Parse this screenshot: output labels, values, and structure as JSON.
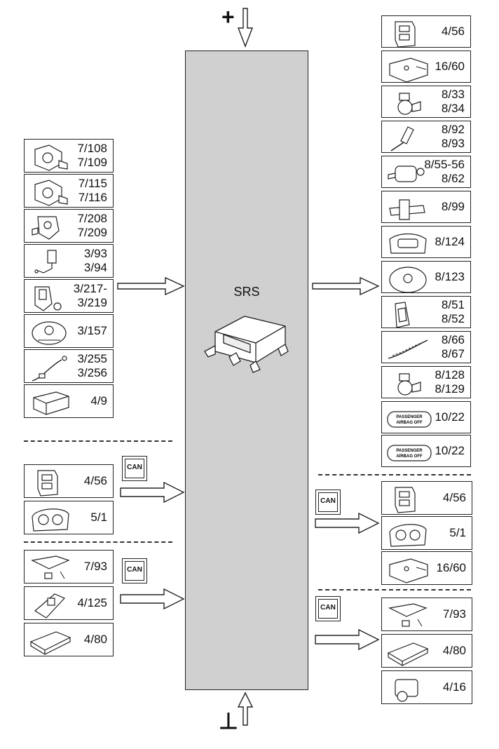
{
  "center": {
    "title": "SRS"
  },
  "left_main": [
    {
      "label": "7/108\n7/109",
      "icon": "sensor-icon"
    },
    {
      "label": "7/115\n7/116",
      "icon": "sensor-icon"
    },
    {
      "label": "7/208\n7/209",
      "icon": "pressure-sensor-icon"
    },
    {
      "label": "3/93\n3/94",
      "icon": "buckle-switch-icon"
    },
    {
      "label": "3/217-\n3/219",
      "icon": "buckle-icon"
    },
    {
      "label": "3/157",
      "icon": "switch-icon"
    },
    {
      "label": "3/255\n3/256",
      "icon": "cable-sensor-icon"
    },
    {
      "label": "4/9",
      "icon": "control-module-icon"
    }
  ],
  "left_can1": [
    {
      "label": "4/56",
      "icon": "module-icon"
    },
    {
      "label": "5/1",
      "icon": "instrument-cluster-icon"
    }
  ],
  "left_can2": [
    {
      "label": "7/93",
      "icon": "sensor-kit-icon"
    },
    {
      "label": "4/125",
      "icon": "key-reader-icon"
    },
    {
      "label": "4/80",
      "icon": "ecu-icon"
    }
  ],
  "right_main": [
    {
      "label": "4/56",
      "icon": "module-icon"
    },
    {
      "label": "16/60",
      "icon": "gateway-icon"
    },
    {
      "label": "8/33\n8/34",
      "icon": "pretensioner-icon"
    },
    {
      "label": "8/92\n8/93",
      "icon": "belt-tensioner-icon"
    },
    {
      "label": "8/55-56\n8/62",
      "icon": "inflator-icon"
    },
    {
      "label": "8/99",
      "icon": "knee-airbag-icon"
    },
    {
      "label": "8/124",
      "icon": "passenger-airbag-icon"
    },
    {
      "label": "8/123",
      "icon": "steering-airbag-icon"
    },
    {
      "label": "8/51\n8/52",
      "icon": "side-airbag-icon"
    },
    {
      "label": "8/66\n8/67",
      "icon": "curtain-airbag-icon"
    },
    {
      "label": "8/128\n8/129",
      "icon": "pretensioner-icon"
    },
    {
      "label": "10/22",
      "icon": "passenger-airbag-off-lamp-icon",
      "lamp": "PASSENGER\nAIRBAG  OFF"
    },
    {
      "label": "10/22",
      "icon": "passenger-airbag-off-lamp-icon",
      "lamp": "PASSENGER\nAIRBAG  OFF"
    }
  ],
  "right_can1": [
    {
      "label": "4/56",
      "icon": "module-icon"
    },
    {
      "label": "5/1",
      "icon": "instrument-cluster-icon"
    },
    {
      "label": "16/60",
      "icon": "gateway-icon"
    }
  ],
  "right_can2": [
    {
      "label": "7/93",
      "icon": "sensor-kit-icon"
    },
    {
      "label": "4/80",
      "icon": "ecu-icon"
    },
    {
      "label": "4/16",
      "icon": "actuator-icon"
    }
  ],
  "can_label": "CAN",
  "terminals": {
    "plus": "+",
    "ground": "⊥"
  }
}
